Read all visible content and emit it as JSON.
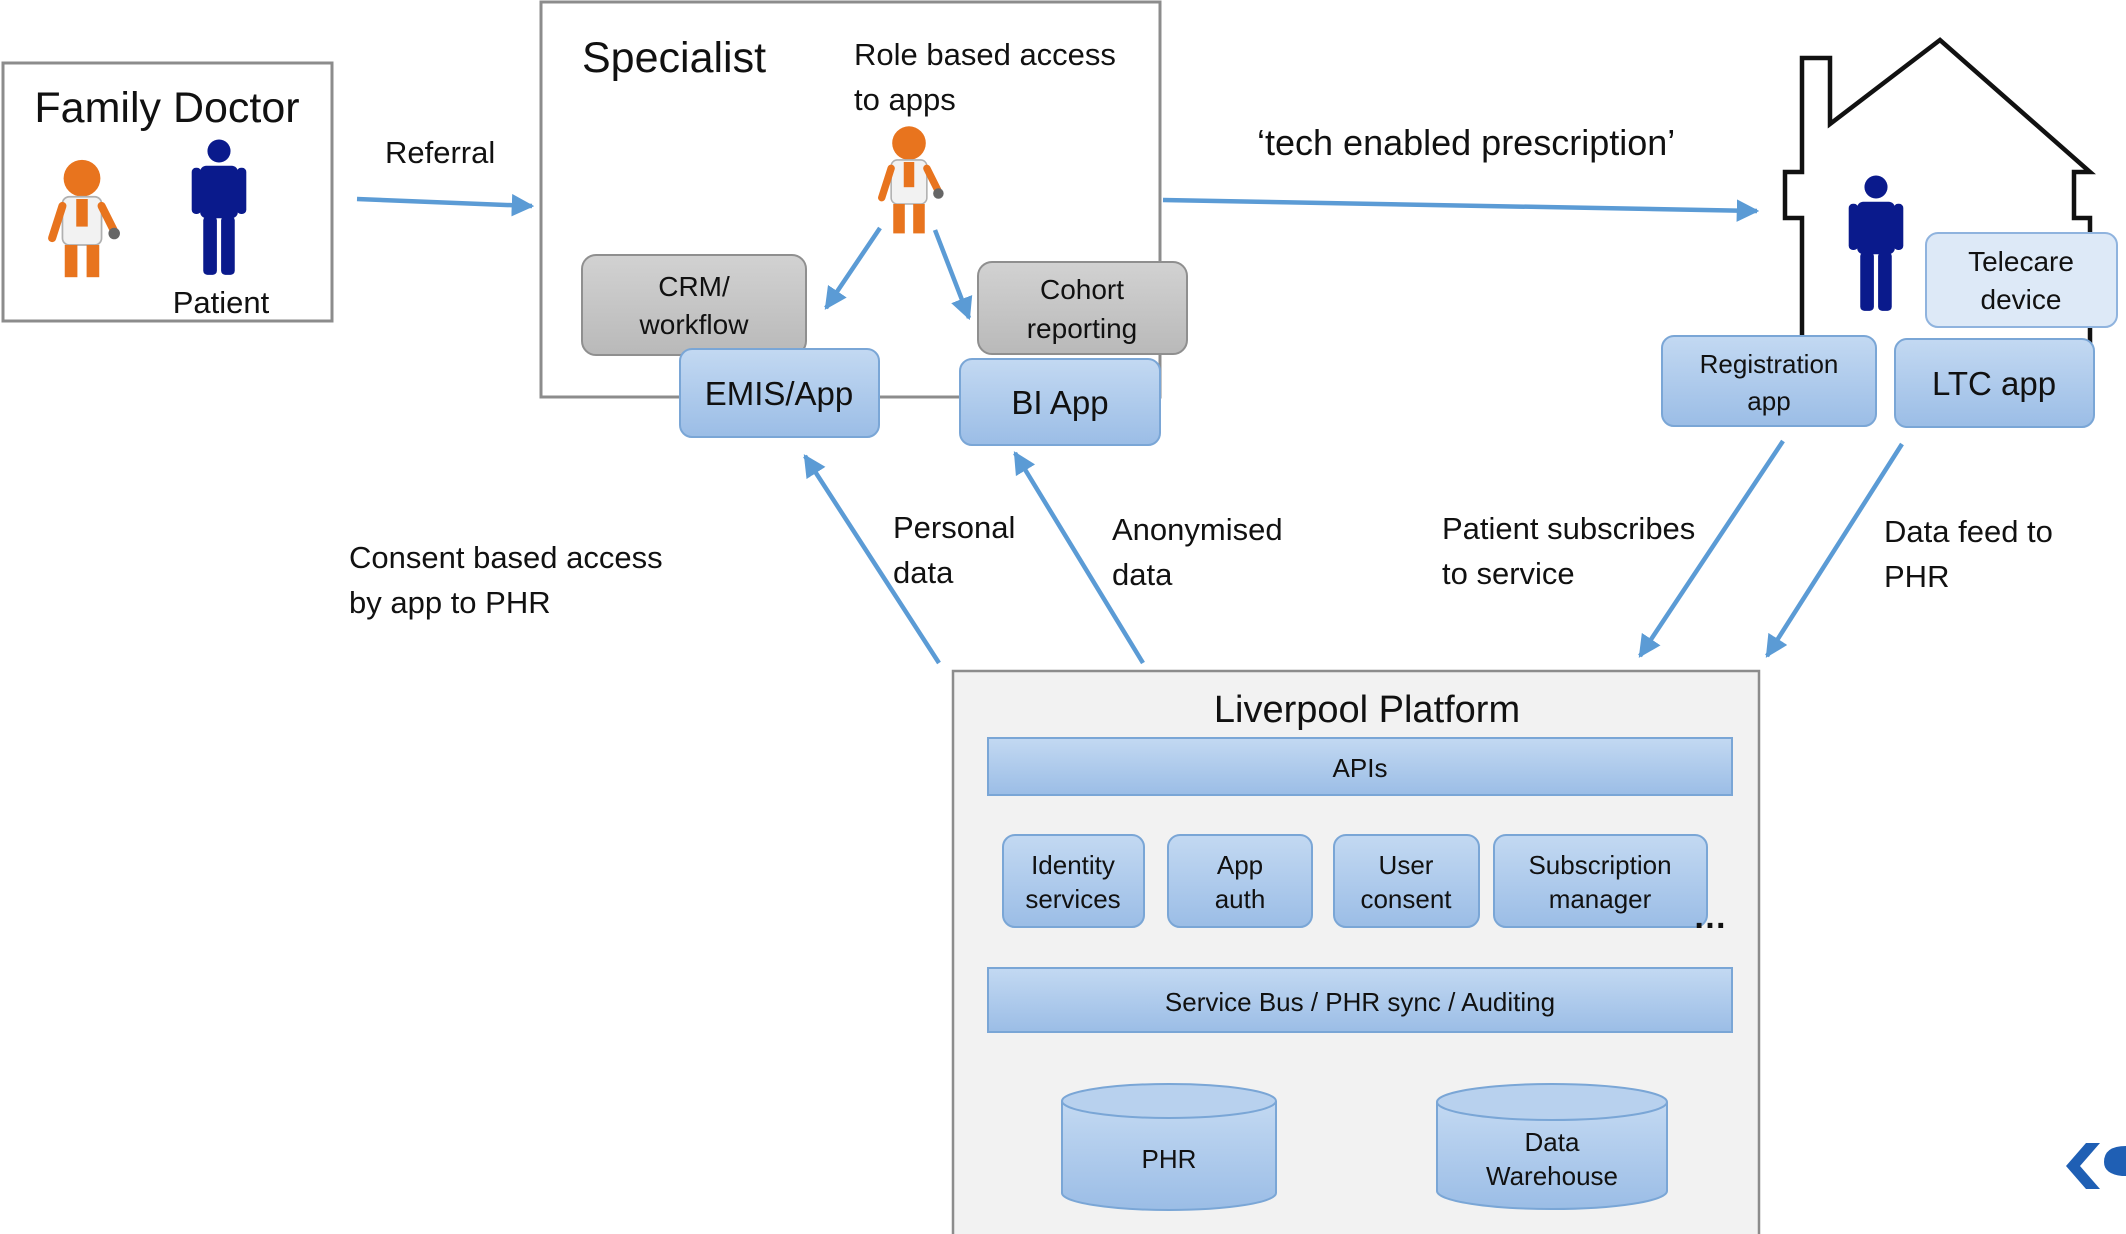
{
  "family_doctor": {
    "title": "Family Doctor",
    "patient_label": "Patient"
  },
  "referral": "Referral",
  "specialist": {
    "title": "Specialist",
    "role_access": [
      "Role based access",
      "to apps"
    ],
    "crm": [
      "CRM/",
      "workflow"
    ],
    "cohort": [
      "Cohort",
      "reporting"
    ],
    "emis": "EMIS/App",
    "bi": "BI App"
  },
  "prescription": "‘tech enabled prescription’",
  "home": {
    "telecare": [
      "Telecare",
      "device"
    ],
    "registration": [
      "Registration",
      "app"
    ],
    "ltc": "LTC app"
  },
  "flows": {
    "consent": [
      "Consent based access",
      "by app to PHR"
    ],
    "personal": [
      "Personal",
      "data"
    ],
    "anonymised": [
      "Anonymised",
      "data"
    ],
    "subscribes": [
      "Patient subscribes",
      "to service"
    ],
    "data_feed": [
      "Data feed to",
      "PHR"
    ]
  },
  "platform": {
    "title": "Liverpool Platform",
    "apis": "APIs",
    "modules": [
      [
        "Identity",
        "services"
      ],
      [
        "App",
        "auth"
      ],
      [
        "User",
        "consent"
      ],
      [
        "Subscription",
        "manager"
      ]
    ],
    "ellipsis": "…",
    "bus": "Service Bus / PHR sync / Auditing",
    "phr": "PHR",
    "warehouse": [
      "Data",
      "Warehouse"
    ]
  },
  "colors": {
    "arrow": "#5b9bd5",
    "box_blue": "#a9c7ea",
    "box_blue_border": "#7aa6d6",
    "box_gray": "#c4c4c4",
    "frame_gray": "#8c8c8c",
    "patient_navy": "#0a1a8c",
    "doctor_orange": "#e8741e",
    "logo_blue": "#1f5fb4"
  },
  "icons": [
    "doctor-icon",
    "patient-icon",
    "house-icon",
    "logo-chevron-icon"
  ]
}
